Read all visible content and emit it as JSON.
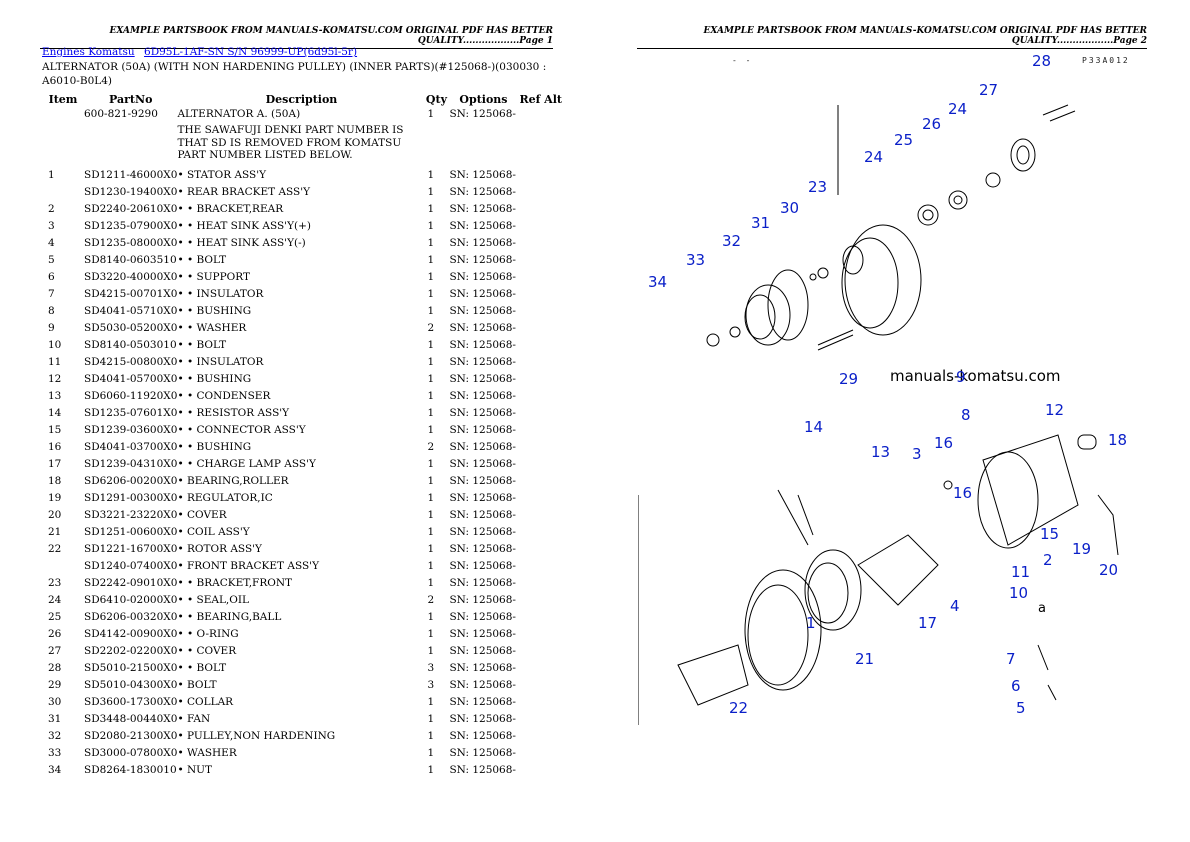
{
  "header": {
    "page1": "EXAMPLE PARTSBOOK FROM MANUALS-KOMATSU.COM ORIGINAL PDF HAS BETTER QUALITY..................Page 1",
    "page2": "EXAMPLE PARTSBOOK FROM MANUALS-KOMATSU.COM ORIGINAL PDF HAS BETTER QUALITY..................Page 2"
  },
  "breadcrumb": {
    "link1": "Engines Komatsu",
    "link2": "6D95L-1AF-SN S/N 96999-UP(6d95l-5r)"
  },
  "title": "ALTERNATOR (50A) (WITH NON HARDENING PULLEY) (INNER PARTS)(#125068-)(030030 : A6010-B0L4)",
  "columns": {
    "item": "Item",
    "part": "PartNo",
    "desc": "Description",
    "qty": "Qty",
    "opt": "Options",
    "ref": "Ref Alt"
  },
  "rows": [
    {
      "item": "",
      "part": "600-821-9290",
      "desc": "ALTERNATOR A. (50A)",
      "qty": "1",
      "opt": "SN: 125068-"
    },
    {
      "item": "",
      "part": "",
      "desc": "THE SAWAFUJI DENKI PART NUMBER IS THAT SD IS REMOVED FROM KOMATSU PART NUMBER LISTED BELOW.",
      "qty": "",
      "opt": ""
    },
    {
      "item": "1",
      "part": "SD1211-46000X0",
      "desc": "• STATOR ASS'Y",
      "qty": "1",
      "opt": "SN: 125068-"
    },
    {
      "item": "",
      "part": "SD1230-19400X0",
      "desc": "• REAR BRACKET ASS'Y",
      "qty": "1",
      "opt": "SN: 125068-"
    },
    {
      "item": "2",
      "part": "SD2240-20610X0",
      "desc": "• • BRACKET,REAR",
      "qty": "1",
      "opt": "SN: 125068-"
    },
    {
      "item": "3",
      "part": "SD1235-07900X0",
      "desc": "• • HEAT SINK ASS'Y(+)",
      "qty": "1",
      "opt": "SN: 125068-"
    },
    {
      "item": "4",
      "part": "SD1235-08000X0",
      "desc": "• • HEAT SINK ASS'Y(-)",
      "qty": "1",
      "opt": "SN: 125068-"
    },
    {
      "item": "5",
      "part": "SD8140-0603510",
      "desc": "• • BOLT",
      "qty": "1",
      "opt": "SN: 125068-"
    },
    {
      "item": "6",
      "part": "SD3220-40000X0",
      "desc": "• • SUPPORT",
      "qty": "1",
      "opt": "SN: 125068-"
    },
    {
      "item": "7",
      "part": "SD4215-00701X0",
      "desc": "• • INSULATOR",
      "qty": "1",
      "opt": "SN: 125068-"
    },
    {
      "item": "8",
      "part": "SD4041-05710X0",
      "desc": "• • BUSHING",
      "qty": "1",
      "opt": "SN: 125068-"
    },
    {
      "item": "9",
      "part": "SD5030-05200X0",
      "desc": "• • WASHER",
      "qty": "2",
      "opt": "SN: 125068-"
    },
    {
      "item": "10",
      "part": "SD8140-0503010",
      "desc": "• • BOLT",
      "qty": "1",
      "opt": "SN: 125068-"
    },
    {
      "item": "11",
      "part": "SD4215-00800X0",
      "desc": "• • INSULATOR",
      "qty": "1",
      "opt": "SN: 125068-"
    },
    {
      "item": "12",
      "part": "SD4041-05700X0",
      "desc": "• • BUSHING",
      "qty": "1",
      "opt": "SN: 125068-"
    },
    {
      "item": "13",
      "part": "SD6060-11920X0",
      "desc": "• • CONDENSER",
      "qty": "1",
      "opt": "SN: 125068-"
    },
    {
      "item": "14",
      "part": "SD1235-07601X0",
      "desc": "• • RESISTOR ASS'Y",
      "qty": "1",
      "opt": "SN: 125068-"
    },
    {
      "item": "15",
      "part": "SD1239-03600X0",
      "desc": "• • CONNECTOR ASS'Y",
      "qty": "1",
      "opt": "SN: 125068-"
    },
    {
      "item": "16",
      "part": "SD4041-03700X0",
      "desc": "• • BUSHING",
      "qty": "2",
      "opt": "SN: 125068-"
    },
    {
      "item": "17",
      "part": "SD1239-04310X0",
      "desc": "• • CHARGE LAMP ASS'Y",
      "qty": "1",
      "opt": "SN: 125068-"
    },
    {
      "item": "18",
      "part": "SD6206-00200X0",
      "desc": "• BEARING,ROLLER",
      "qty": "1",
      "opt": "SN: 125068-"
    },
    {
      "item": "19",
      "part": "SD1291-00300X0",
      "desc": "• REGULATOR,IC",
      "qty": "1",
      "opt": "SN: 125068-"
    },
    {
      "item": "20",
      "part": "SD3221-23220X0",
      "desc": "• COVER",
      "qty": "1",
      "opt": "SN: 125068-"
    },
    {
      "item": "21",
      "part": "SD1251-00600X0",
      "desc": "• COIL ASS'Y",
      "qty": "1",
      "opt": "SN: 125068-"
    },
    {
      "item": "22",
      "part": "SD1221-16700X0",
      "desc": "• ROTOR ASS'Y",
      "qty": "1",
      "opt": "SN: 125068-"
    },
    {
      "item": "",
      "part": "SD1240-07400X0",
      "desc": "• FRONT BRACKET ASS'Y",
      "qty": "1",
      "opt": "SN: 125068-"
    },
    {
      "item": "23",
      "part": "SD2242-09010X0",
      "desc": "• • BRACKET,FRONT",
      "qty": "1",
      "opt": "SN: 125068-"
    },
    {
      "item": "24",
      "part": "SD6410-02000X0",
      "desc": "• • SEAL,OIL",
      "qty": "2",
      "opt": "SN: 125068-"
    },
    {
      "item": "25",
      "part": "SD6206-00320X0",
      "desc": "• • BEARING,BALL",
      "qty": "1",
      "opt": "SN: 125068-"
    },
    {
      "item": "26",
      "part": "SD4142-00900X0",
      "desc": "• • O-RING",
      "qty": "1",
      "opt": "SN: 125068-"
    },
    {
      "item": "27",
      "part": "SD2202-02200X0",
      "desc": "• • COVER",
      "qty": "1",
      "opt": "SN: 125068-"
    },
    {
      "item": "28",
      "part": "SD5010-21500X0",
      "desc": "• • BOLT",
      "qty": "3",
      "opt": "SN: 125068-"
    },
    {
      "item": "29",
      "part": "SD5010-04300X0",
      "desc": "• BOLT",
      "qty": "3",
      "opt": "SN: 125068-"
    },
    {
      "item": "30",
      "part": "SD3600-17300X0",
      "desc": "• COLLAR",
      "qty": "1",
      "opt": "SN: 125068-"
    },
    {
      "item": "31",
      "part": "SD3448-00440X0",
      "desc": "• FAN",
      "qty": "1",
      "opt": "SN: 125068-"
    },
    {
      "item": "32",
      "part": "SD2080-21300X0",
      "desc": "• PULLEY,NON HARDENING",
      "qty": "1",
      "opt": "SN: 125068-"
    },
    {
      "item": "33",
      "part": "SD3000-07800X0",
      "desc": "• WASHER",
      "qty": "1",
      "opt": "SN: 125068-"
    },
    {
      "item": "34",
      "part": "SD8264-1830010",
      "desc": "• NUT",
      "qty": "1",
      "opt": "SN: 125068-"
    }
  ],
  "diagram": {
    "watermark": "manuals-komatsu.com",
    "code": "P33A012",
    "dash": "- -",
    "view_letter": "a",
    "callouts": [
      "1",
      "2",
      "3",
      "4",
      "5",
      "6",
      "7",
      "8",
      "9",
      "10",
      "11",
      "12",
      "13",
      "14",
      "15",
      "16",
      "16",
      "17",
      "18",
      "19",
      "20",
      "21",
      "22",
      "23",
      "24",
      "24",
      "25",
      "26",
      "27",
      "28",
      "29",
      "30",
      "31",
      "32",
      "33",
      "34"
    ]
  }
}
